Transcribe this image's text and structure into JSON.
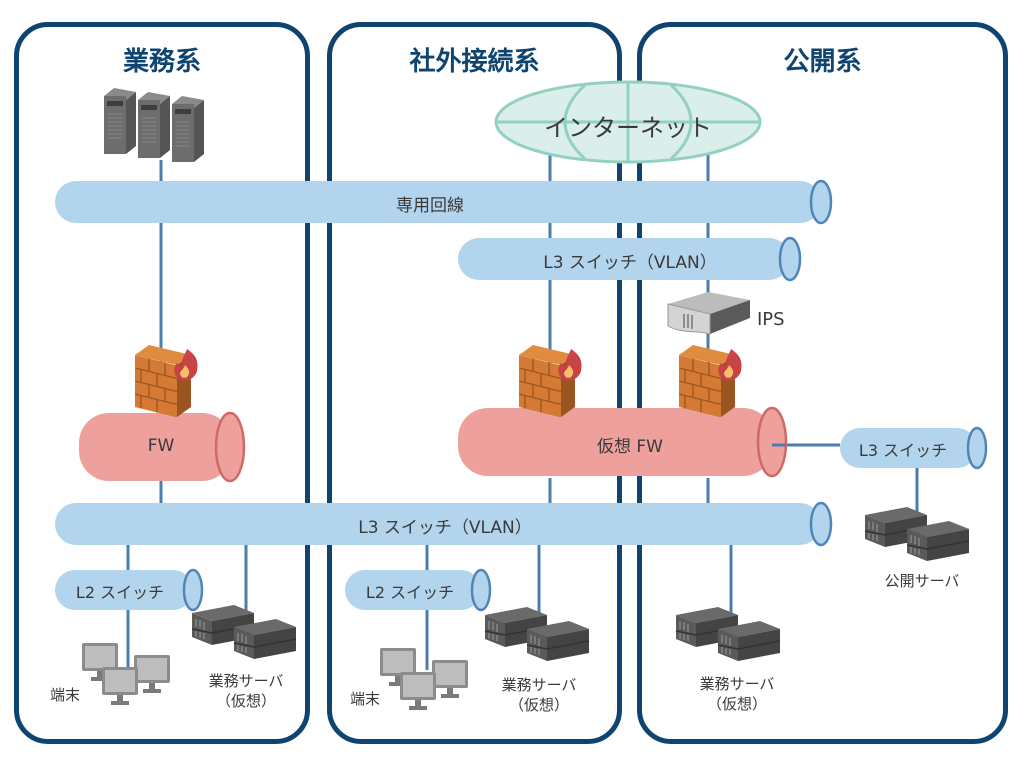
{
  "title": "Network zoning diagram",
  "zones": [
    {
      "id": "gyomu",
      "title": "業務系"
    },
    {
      "id": "shagai",
      "title": "社外接続系"
    },
    {
      "id": "kokai",
      "title": "公開系"
    }
  ],
  "network": {
    "internet": "インターネット",
    "leased_line": "専用回線",
    "l3_vlan_top": "L3 スイッチ（VLAN）",
    "l3_vlan_bottom": "L3 スイッチ（VLAN）",
    "fw": "FW",
    "virtual_fw": "仮想 FW",
    "l3_public": "L3 スイッチ",
    "l2_left": "L2 スイッチ",
    "l2_middle": "L2 スイッチ",
    "ips": "IPS"
  },
  "devices": {
    "terminal_left": "端末",
    "terminal_middle": "端末",
    "server_left_line1": "業務サーバ",
    "server_left_line2": "（仮想）",
    "server_middle_line1": "業務サーバ",
    "server_middle_line2": "（仮想）",
    "server_right_line1": "業務サーバ",
    "server_right_line2": "（仮想）",
    "public_server": "公開サーバ"
  },
  "colors": {
    "zone_border": "#0f4470",
    "switch_fill": "#b3d4ed",
    "switch_edge": "#4f86b8",
    "fw_fill": "#eda09c",
    "fw_edge": "#d06868",
    "internet_fill": "#daeeeb",
    "internet_stroke": "#94d0bf",
    "link": "#4a7eb0"
  }
}
